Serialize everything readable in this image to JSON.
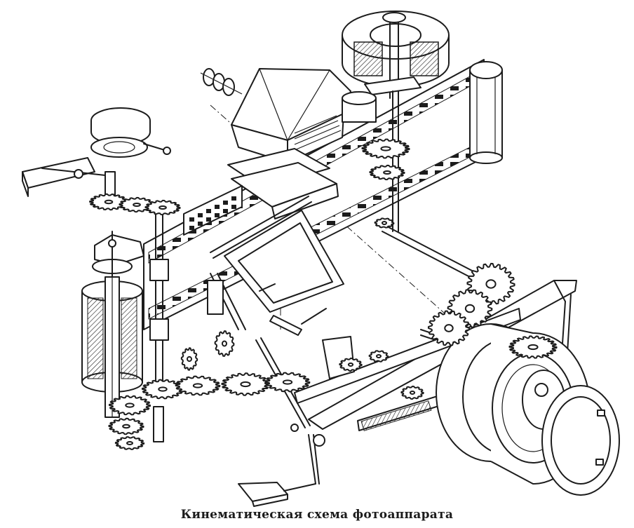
{
  "caption": "Кинематическая схема фотоаппарата",
  "colors": {
    "ink": "#1c1c1c",
    "paper": "#ffffff"
  },
  "components": [
    "eyepiece-lenses",
    "pentaprism",
    "focusing-screen",
    "reflex-mirror",
    "shutter-speed-dial",
    "frame-counter",
    "shutter-drum",
    "film-strip",
    "take-up-spool",
    "film-cassette",
    "gear-train",
    "drive-shaft",
    "lens-mount",
    "aperture-ring",
    "shutter-release-lever"
  ]
}
